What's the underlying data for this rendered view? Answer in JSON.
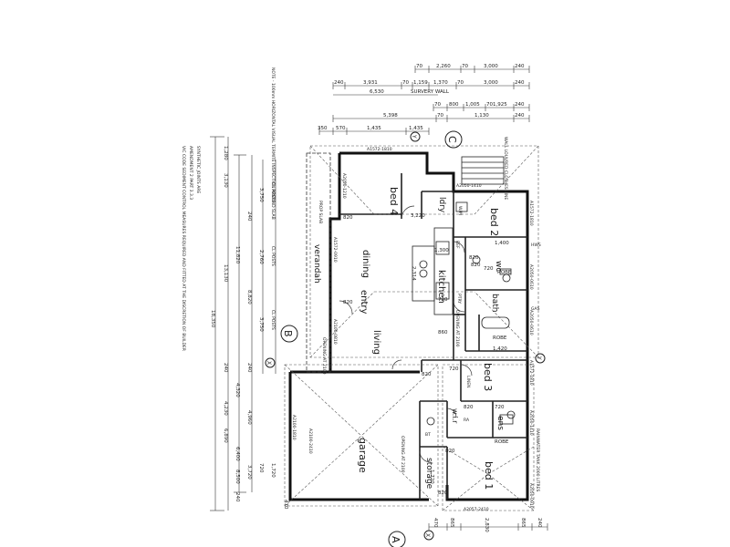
{
  "rooms": {
    "bed4": "bed 4",
    "ldry": "ldry",
    "bed2": "bed 2",
    "dining": "dining",
    "entry": "entry",
    "verandah": "verandah",
    "kitchen": "kitchen",
    "living": "living",
    "wc": "wc",
    "bath": "bath",
    "bed3": "bed 3",
    "garage": "garage",
    "wir": "w.i.r",
    "ens": "ens",
    "storage": "storage",
    "bed1": "bed 1"
  },
  "fixtures": {
    "robe_a": "ROBE",
    "robe_b": "ROBE",
    "robe_c": "ROBE",
    "linen": "LINEN",
    "ptry": "PTRY",
    "ref": "REF",
    "wm": "W/M",
    "ra": "RA",
    "bt": "BT"
  },
  "grid_markers": {
    "a": "A",
    "b": "B",
    "c": "C",
    "x": "X",
    "y": "Y"
  },
  "dimensions_top": {
    "row1": [
      "70",
      "2,260",
      "70",
      "3,000",
      "240"
    ],
    "row2": [
      "240",
      "3,931",
      "70",
      "1,159",
      "1,370",
      "70",
      "3,000",
      "240"
    ],
    "row3": [
      "6,530",
      "SURVERY WALL"
    ],
    "row4": [
      "70",
      "800",
      "1,005",
      "70",
      "1,925",
      "240"
    ],
    "row5": [
      "5,398",
      "70",
      "1,130",
      "240"
    ],
    "row6": [
      "350",
      "570",
      "1,435",
      "1,435"
    ]
  },
  "dimensions_left": {
    "outer": [
      "18,350",
      "13,130",
      "11,820",
      "8,820",
      "6,890",
      "6,400"
    ],
    "inner": [
      "3,130",
      "3,750",
      "2,760",
      "3,750",
      "4,960",
      "4,320",
      "3,720",
      "4,230",
      "8,500"
    ],
    "posts": [
      "CL POSTS",
      "CL POSTS",
      "CL POSTS"
    ],
    "misc": [
      "1,280",
      "240",
      "240",
      "240",
      "240",
      "720",
      "1,720",
      "470"
    ]
  },
  "dimensions_bottom": [
    "470",
    "865",
    "2,830",
    "865",
    "240"
  ],
  "notes": {
    "top_note": "NOTE - 100mm HORIZONTAL VISUAL TERMITE INSPECTION AROUND SLAB",
    "left_note": "VIC CODE SEDIMENT CONTROL MEASURES REQUIRED AND FITTED AT THE DISCRETION OF BUILDER",
    "left_note2": "AMENDMENT 2 PART 3.3.3",
    "left_note3": "SYNTHETIC JOINTS ARE",
    "wall_note": "WALL LOUVRED CLOTHES LINE",
    "tank_note": "RAINWATER TANK 2000 LITRES",
    "opening_a": "OPENING AT 2100",
    "opening_b": "OPENING AT 2100",
    "opening_c": "OPENING AT 2100",
    "hp_note": "HWS",
    "gas_note": "GAS",
    "slab_note": "PROP SLAB",
    "window_codes": [
      "A1572-1810",
      "A2050-1410",
      "A2050-1210",
      "A1572-0910",
      "A1572-1810",
      "A1572-1810",
      "A2050-0610",
      "A2050-0610",
      "A2050-1410",
      "A2050-0910",
      "A2100-1810",
      "A2100-2410",
      "A2057-2410",
      "A2100-0810",
      "A1572-1810",
      "A2050-1410"
    ]
  },
  "room_dims": [
    "3,220",
    "1,300",
    "2,314",
    "820",
    "820",
    "720",
    "720",
    "1,400",
    "1,420",
    "720",
    "820",
    "820",
    "720",
    "860",
    "1,300",
    "820",
    "820",
    "1,720",
    "820",
    "820"
  ]
}
